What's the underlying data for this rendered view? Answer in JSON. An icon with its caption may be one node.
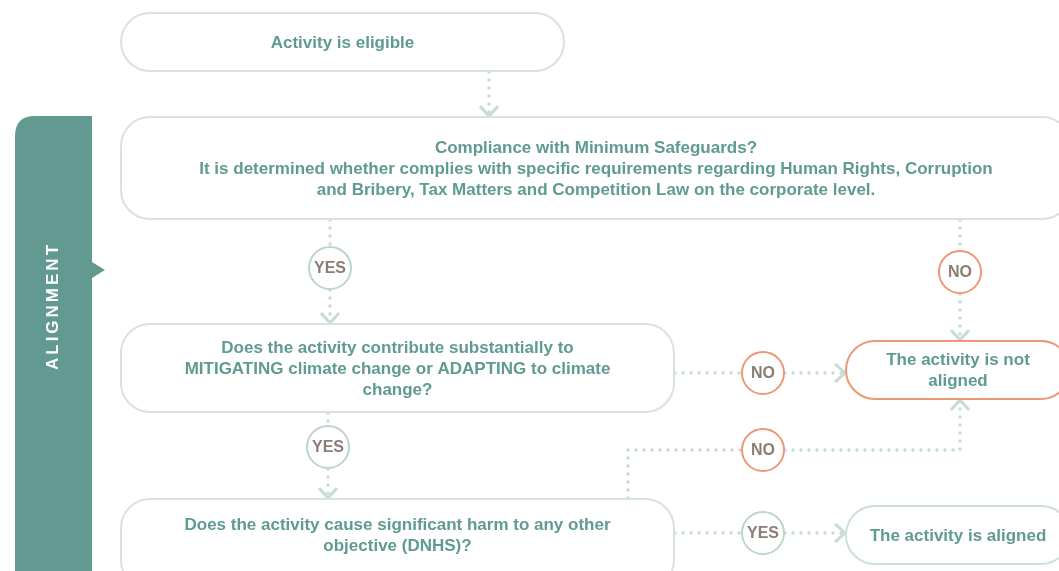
{
  "diagram": {
    "nodes": [
      {
        "text": [
          "Activity is eligible"
        ]
      },
      {
        "text": [
          "ALIGNMENT"
        ]
      },
      {
        "text": [
          "Compliance with Minimum Safeguards?",
          "It is determined whether complies with specific requirements regarding Human Rights, Corruption and Bribery, Tax Matters and Competition Law on the corporate level."
        ]
      },
      {
        "text": [
          "YES"
        ]
      },
      {
        "text": [
          "NO"
        ]
      },
      {
        "text": [
          "Does the activity contribute substantially to **MITIGATING** climate change or **ADAPTING** to climate change?"
        ]
      },
      {
        "text": [
          "NO"
        ]
      },
      {
        "text": [
          "The activity is not aligned"
        ]
      },
      {
        "text": [
          "YES"
        ]
      },
      {
        "text": [
          "NO"
        ]
      },
      {
        "text": [
          "Does the activity cause significant harm to any other objective (DNHS)?"
        ]
      },
      {
        "text": [
          "YES"
        ]
      },
      {
        "text": [
          "The activity is aligned"
        ]
      }
    ],
    "edges": [
      {
        "from": 0,
        "to": 2,
        "arrow": "to"
      },
      {
        "from": 2,
        "to": 3,
        "arrow": "none"
      },
      {
        "from": 3,
        "to": 5,
        "arrow": "to"
      },
      {
        "from": 2,
        "to": 4,
        "arrow": "none"
      },
      {
        "from": 4,
        "to": 7,
        "arrow": "to"
      },
      {
        "from": 5,
        "to": 6,
        "arrow": "none"
      },
      {
        "from": 6,
        "to": 7,
        "arrow": "to"
      },
      {
        "from": 5,
        "to": 8,
        "arrow": "none"
      },
      {
        "from": 8,
        "to": 10,
        "arrow": "to"
      },
      {
        "from": 10,
        "to": 9,
        "arrow": "none"
      },
      {
        "from": 9,
        "to": 7,
        "arrow": "to"
      },
      {
        "from": 10,
        "to": 11,
        "arrow": "none"
      },
      {
        "from": 11,
        "to": 12,
        "arrow": "to"
      }
    ]
  }
}
